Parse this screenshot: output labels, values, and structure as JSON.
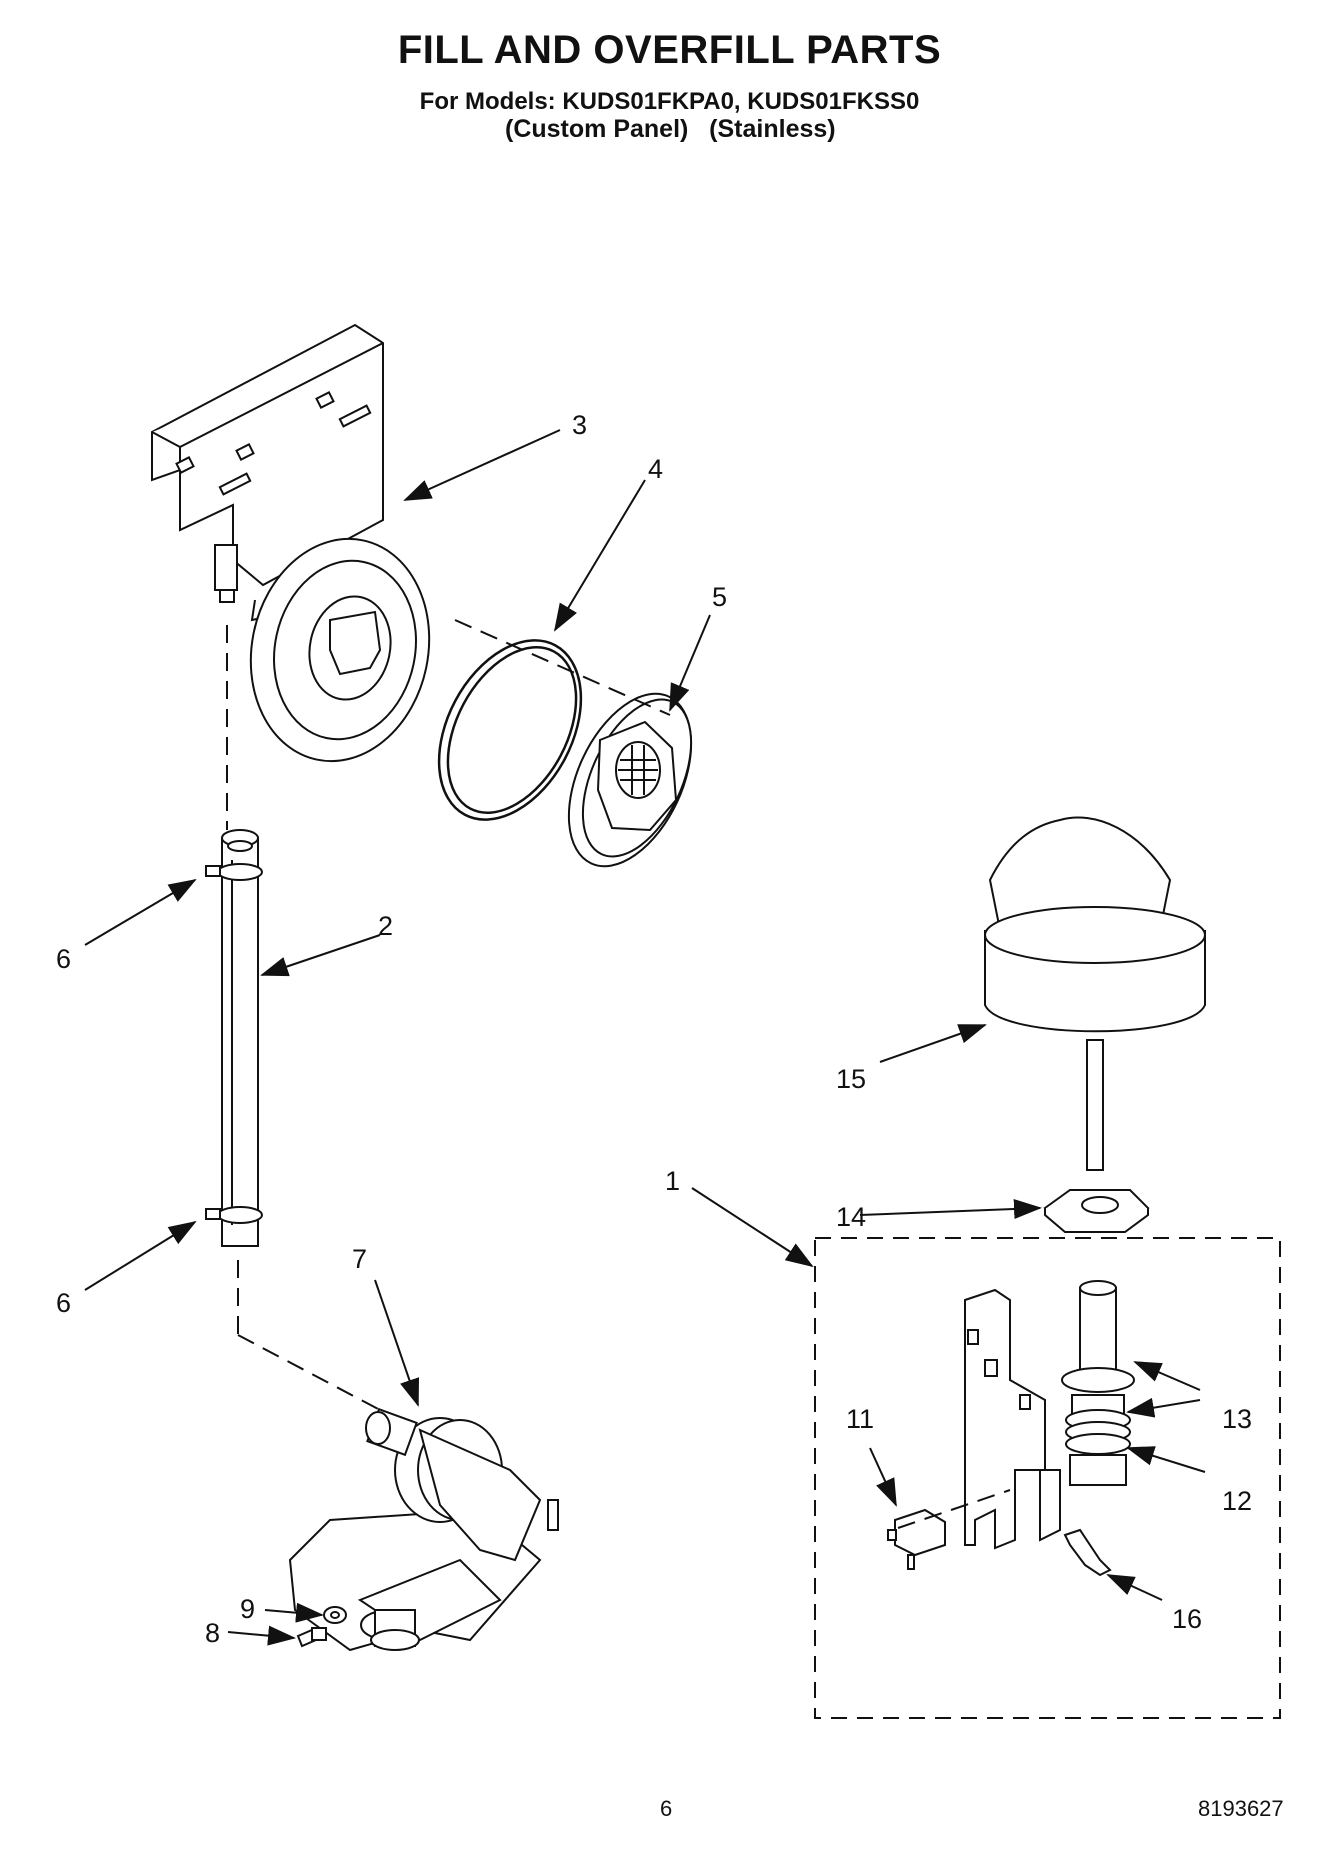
{
  "header": {
    "title": "FILL AND OVERFILL PARTS",
    "models": "For Models: KUDS01FKPA0, KUDS01FKSS0",
    "variants": "(Custom Panel)   (Stainless)"
  },
  "callouts": [
    "1",
    "2",
    "3",
    "4",
    "5",
    "6",
    "6",
    "7",
    "8",
    "9",
    "11",
    "12",
    "13",
    "14",
    "15",
    "16"
  ],
  "footer": {
    "page_number": "6",
    "doc_number": "8193627"
  }
}
